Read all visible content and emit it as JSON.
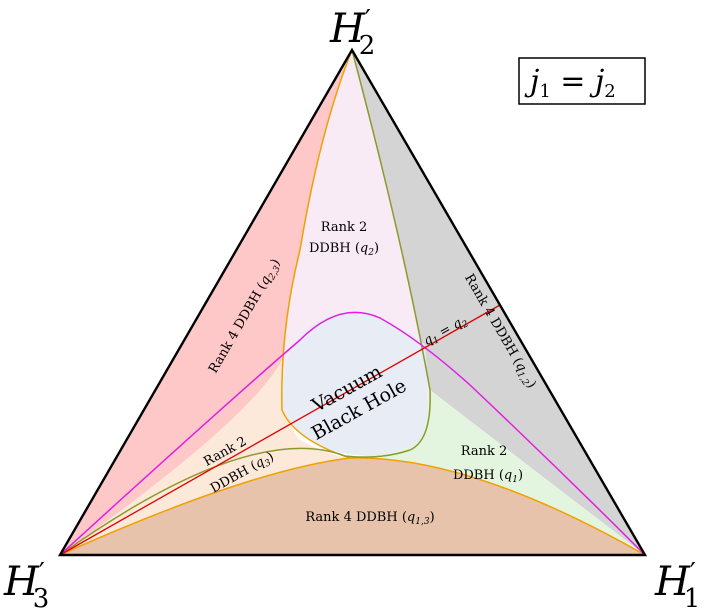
{
  "vertices": {
    "top": {
      "base": "H",
      "prime": "′",
      "index": "2"
    },
    "left": {
      "base": "H",
      "prime": "′",
      "index": "3"
    },
    "right": {
      "base": "H",
      "prime": "′",
      "index": "1"
    }
  },
  "condition_box": {
    "a": "j",
    "a_index": "1",
    "op": " = ",
    "b": "j",
    "b_index": "2"
  },
  "regions": {
    "rank4_q23": {
      "text": "Rank 4 DDBH (",
      "var": "q",
      "index": "2,3",
      "close": ")"
    },
    "rank4_q12": {
      "text": "Rank 4 DDBH (",
      "var": "q",
      "index": "1,2",
      "close": ")"
    },
    "rank4_q13": {
      "text": "Rank 4 DDBH (",
      "var": "q",
      "index": "1,3",
      "close": ")"
    },
    "rank2_q2": {
      "line1": "Rank 2",
      "line2": "DDBH (",
      "var": "q",
      "index": "2",
      "close": ")"
    },
    "rank2_q1": {
      "line1": "Rank 2",
      "line2": "DDBH (",
      "var": "q",
      "index": "1",
      "close": ")"
    },
    "rank2_q3": {
      "line1": "Rank 2",
      "line2": "DDBH (",
      "var": "q",
      "index": "3",
      "close": ")"
    },
    "vacuum": {
      "line1": "Vacuum",
      "line2": "Black Hole"
    }
  },
  "line_label": {
    "a": "q",
    "a_index": "1",
    "op": " = ",
    "b": "q",
    "b_index": "2"
  },
  "colors": {
    "red_region": "#ffc8c8",
    "gray_region": "#d4d4d4",
    "brown_region": "#e6c3aa",
    "pink_region": "#f8ebf6",
    "green_region": "#e3f5df",
    "peach_region": "#fde9da",
    "vacuum_region": "#e8ecf5",
    "orange_curve": "#f0a000",
    "olive_curve": "#8c9a2c",
    "magenta_curve": "#e020e0",
    "red_line": "#e00000"
  }
}
